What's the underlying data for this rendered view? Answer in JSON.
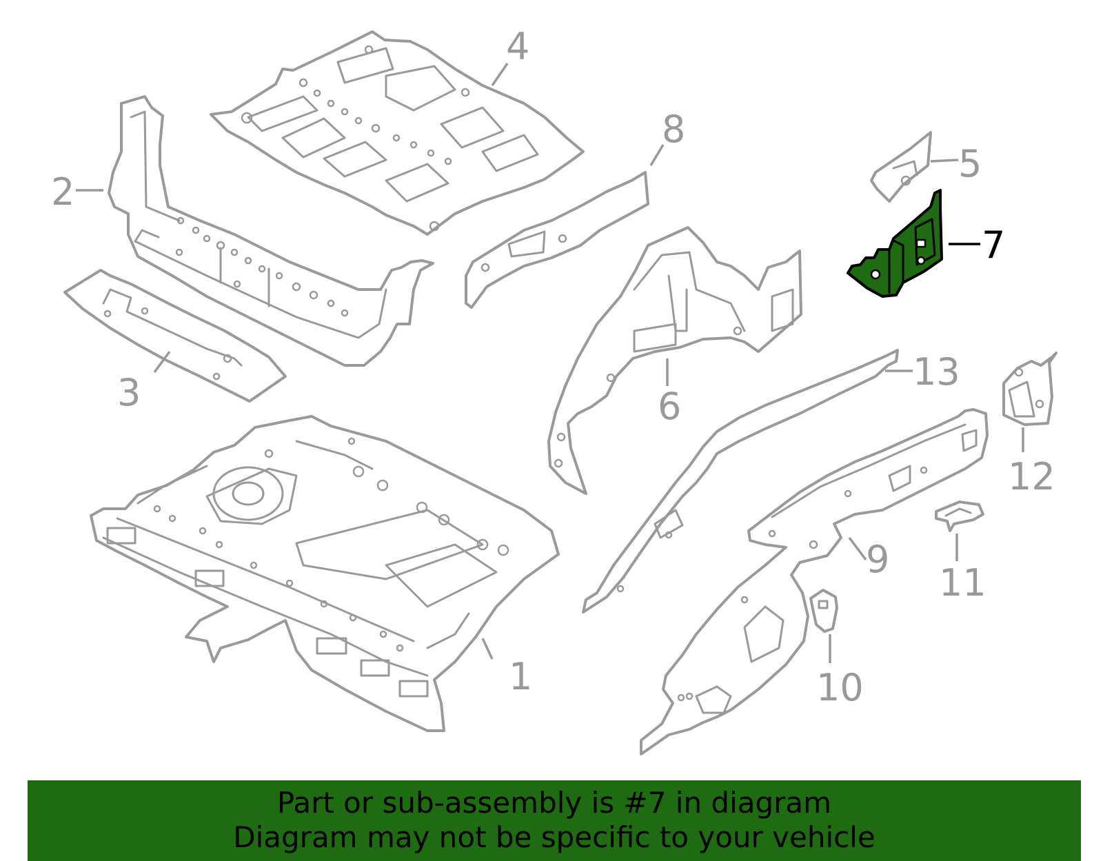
{
  "diagram": {
    "highlight_color": "#1e6b12",
    "part_color": "#9a9a9a",
    "selected_part": "7",
    "callouts": [
      {
        "id": "1",
        "label": "1"
      },
      {
        "id": "2",
        "label": "2"
      },
      {
        "id": "3",
        "label": "3"
      },
      {
        "id": "4",
        "label": "4"
      },
      {
        "id": "5",
        "label": "5"
      },
      {
        "id": "6",
        "label": "6"
      },
      {
        "id": "7",
        "label": "7"
      },
      {
        "id": "8",
        "label": "8"
      },
      {
        "id": "9",
        "label": "9"
      },
      {
        "id": "10",
        "label": "10"
      },
      {
        "id": "11",
        "label": "11"
      },
      {
        "id": "12",
        "label": "12"
      },
      {
        "id": "13",
        "label": "13"
      }
    ]
  },
  "banner": {
    "line1": "Part or sub-assembly is #7 in diagram",
    "line2": "Diagram may not be specific to your vehicle"
  }
}
